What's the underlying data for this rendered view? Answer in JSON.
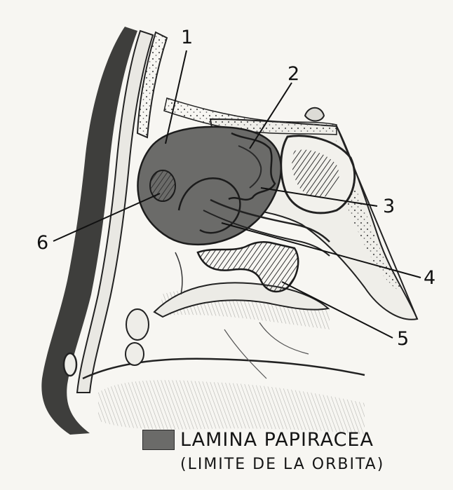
{
  "figure": {
    "callouts": [
      {
        "id": "1",
        "label": "1"
      },
      {
        "id": "2",
        "label": "2"
      },
      {
        "id": "3",
        "label": "3"
      },
      {
        "id": "4",
        "label": "4"
      },
      {
        "id": "5",
        "label": "5"
      },
      {
        "id": "6",
        "label": "6"
      }
    ],
    "legend": {
      "swatch_color": "#6b6b69",
      "label": "LAMINA PAPIRACEA",
      "sublabel": "(LIMITE DE LA ORBITA)"
    }
  }
}
